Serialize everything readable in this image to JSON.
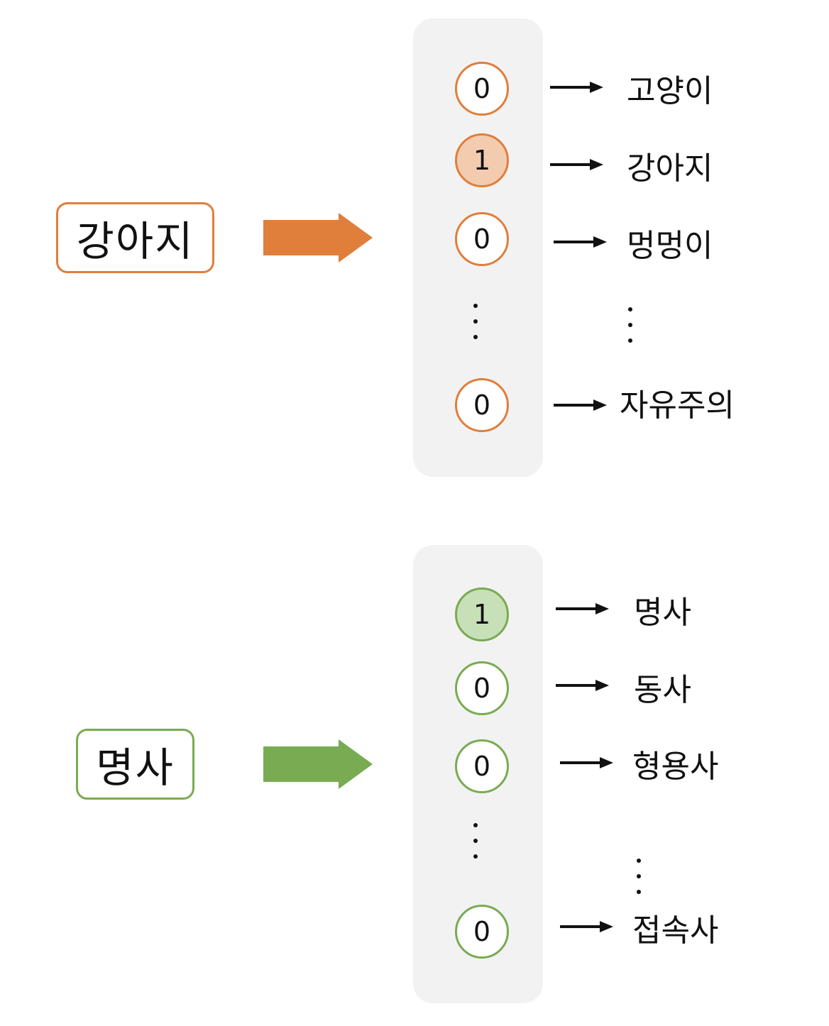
{
  "colors": {
    "orange": "#e07e3c",
    "orange_fill": "#f3ccb0",
    "green": "#79ab52",
    "green_fill": "#c8e0b8",
    "panel": "#f2f2f2"
  },
  "top": {
    "input_word": "강아지",
    "vector": [
      "0",
      "1",
      "0",
      "0"
    ],
    "hot_index": 1,
    "labels": [
      "고양이",
      "강아지",
      "멍멍이",
      "자유주의"
    ]
  },
  "bottom": {
    "input_word": "명사",
    "vector": [
      "1",
      "0",
      "0",
      "0"
    ],
    "hot_index": 0,
    "labels": [
      "명사",
      "동사",
      "형용사",
      "접속사"
    ]
  }
}
